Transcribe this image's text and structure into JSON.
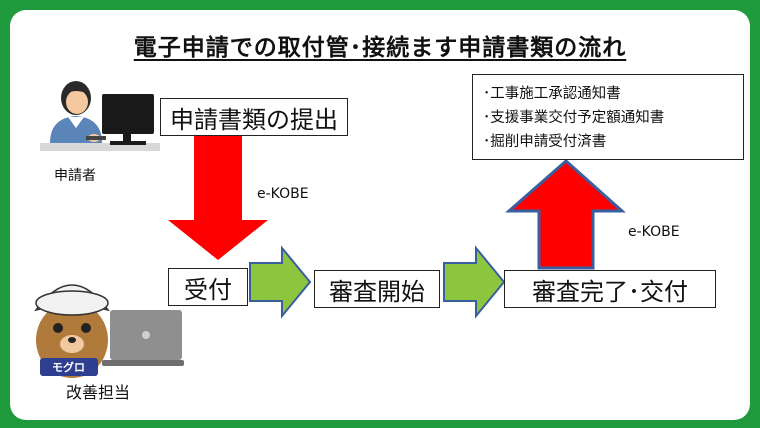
{
  "title": "電子申請での取付管･接続ます申請書類の流れ",
  "applicant": {
    "caption": "申請者",
    "action": "申請書類の提出"
  },
  "office": {
    "caption": "改善担当",
    "mascot_badge": "モグロ"
  },
  "channel_labels": [
    "e-KOBE",
    "e-KOBE"
  ],
  "steps": [
    "受付",
    "審査開始",
    "審査完了･交付"
  ],
  "documents": [
    "･工事施工承認通知書",
    "･支援事業交付予定額通知書",
    "･掘削申請受付済書"
  ],
  "colors": {
    "background_green": "#1f9a3c",
    "red_arrow": "#ff0000",
    "green_arrow": "#8cc63f",
    "arrow_outline": "#3a5fa0"
  }
}
